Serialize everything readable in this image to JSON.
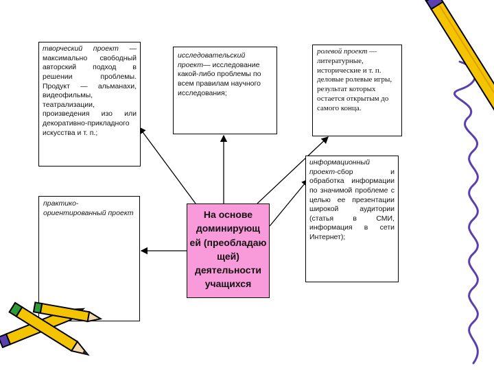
{
  "boxes": {
    "creative": {
      "term": "творческий проект",
      "text": " — максимально свободный авторский подход в решении проблемы. Продукт — альманахи, видеофильмы, театрализации, произведения изо или декоративно-прикладного искусства и т. п.;"
    },
    "research": {
      "term": "исследовательский проект",
      "text": "— исследование какой-либо проблемы по всем правилам научного исследования;"
    },
    "role": {
      "term": "ролевой проект",
      "text": " — литературные, исторические и т. п. деловые ролевые игры, результат которых остается открытым до самого конца."
    },
    "practice": {
      "term": "практико-ориентированный проект",
      "text": ""
    },
    "info": {
      "term": "информационный проект",
      "text": "-сбор и обработка информации по значимой проблеме с целью ее презентации широкой аудитории (статья в СМИ, информация в сети Интернет);"
    },
    "center": {
      "text": "На основе доминирующ ей (преобладаю щей) деятельности учащихся"
    }
  },
  "colors": {
    "center_fill": "#f99ada",
    "pencil_yellow": "#f5c400",
    "pencil_blue": "#5a3fb0",
    "pencil_green": "#2e9a3a"
  }
}
